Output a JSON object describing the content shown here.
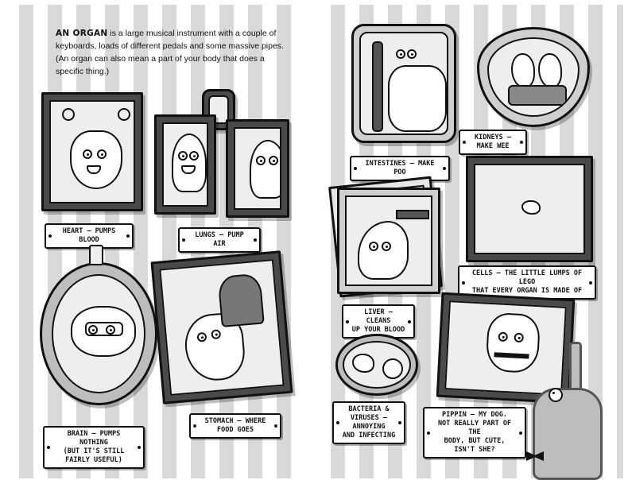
{
  "intro": {
    "term": "AN ORGAN",
    "text": " is a large musical instrument with a couple of keyboards, loads of different pedals and some massive pipes. (An organ can also mean a part of your body that does a specific thing.)"
  },
  "labels": {
    "heart": "HEART – PUMPS BLOOD",
    "lungs": "LUNGS – PUMP AIR",
    "brain": "BRAIN – PUMPS NOTHING\n(BUT IT'S STILL FAIRLY USEFUL)",
    "stomach": "STOMACH – WHERE\nFOOD GOES",
    "intestines": "INTESTINES – MAKE POO",
    "kidneys": "KIDNEYS –\nMAKE WEE",
    "liver": "LIVER – CLEANS\nUP YOUR BLOOD",
    "cells": "CELLS – THE LITTLE LUMPS OF LEGO\nTHAT EVERY ORGAN IS MADE OF",
    "bacteria": "BACTERIA &\nVIRUSES – ANNOYING\nAND INFECTING",
    "pippin": "PIPPIN – MY DOG.\nNOT REALLY PART OF THE\nBODY, BUT CUTE, ISN'T SHE?"
  },
  "colors": {
    "stripe": "#d9d9d9",
    "ink": "#111111",
    "frame": "#4a4a4a"
  }
}
